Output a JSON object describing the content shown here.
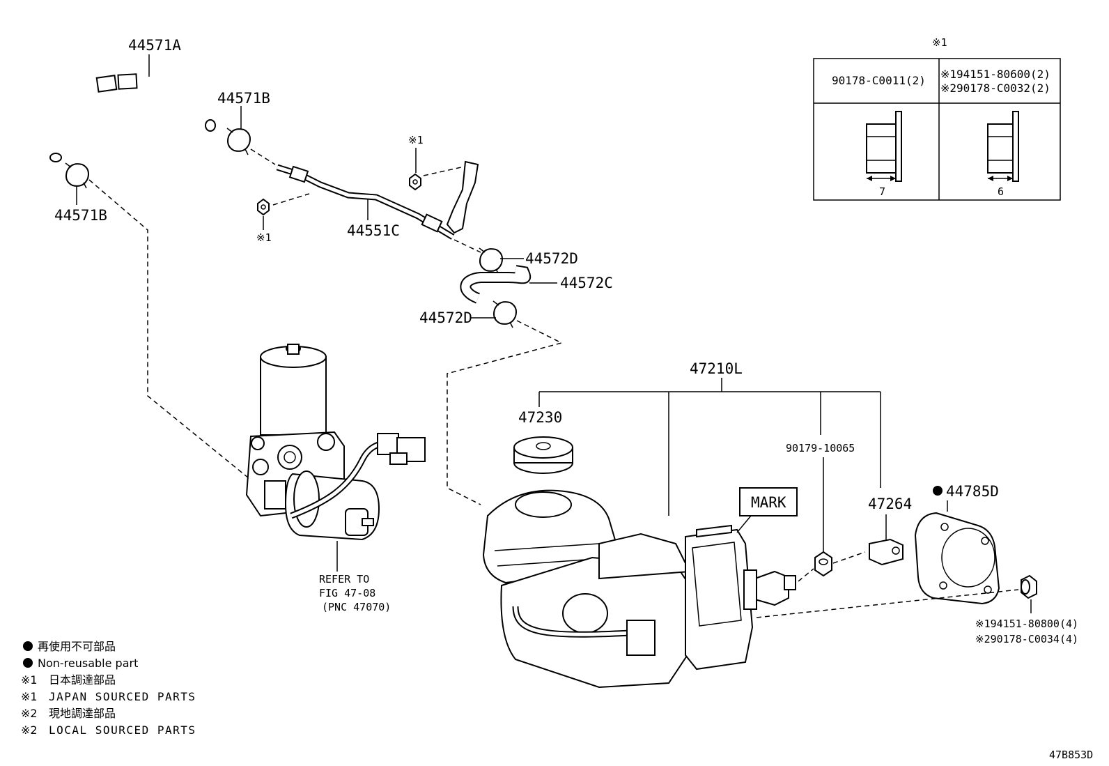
{
  "callouts": {
    "p44571A": "44571A",
    "p44571B_top": "44571B",
    "p44571B_left": "44571B",
    "p44551C": "44551C",
    "p44572D_top": "44572D",
    "p44572C": "44572C",
    "p44572D_bottom": "44572D",
    "p47210L": "47210L",
    "p47230": "47230",
    "p90179": "90179-10065",
    "p47264": "47264",
    "p44785D": "44785D",
    "mark": "MARK",
    "note1_a": "※1",
    "note1_b": "※1",
    "refer_line1": "REFER TO",
    "refer_line2": "FIG 47-08",
    "refer_line3": "(PNC 47070)",
    "bolt_line1": "※194151-80800(4)",
    "bolt_line2": "※290178-C0034(4)",
    "figure_id": "47B853D"
  },
  "fastener_table": {
    "note": "※1",
    "col1_header": "90178-C0011(2)",
    "col2_header_line1": "※194151-80600(2)",
    "col2_header_line2": "※290178-C0032(2)",
    "col1_size": "7",
    "col2_size": "6"
  },
  "legend": {
    "line1": "再使用不可部品",
    "line2": "Non-reusable part",
    "line3_mark": "※1",
    "line3_text": "日本調達部品",
    "line4_mark": "※1",
    "line4_text": "JAPAN SOURCED PARTS",
    "line5_mark": "※2",
    "line5_text": "現地調達部品",
    "line6_mark": "※2",
    "line6_text": "LOCAL SOURCED PARTS"
  }
}
